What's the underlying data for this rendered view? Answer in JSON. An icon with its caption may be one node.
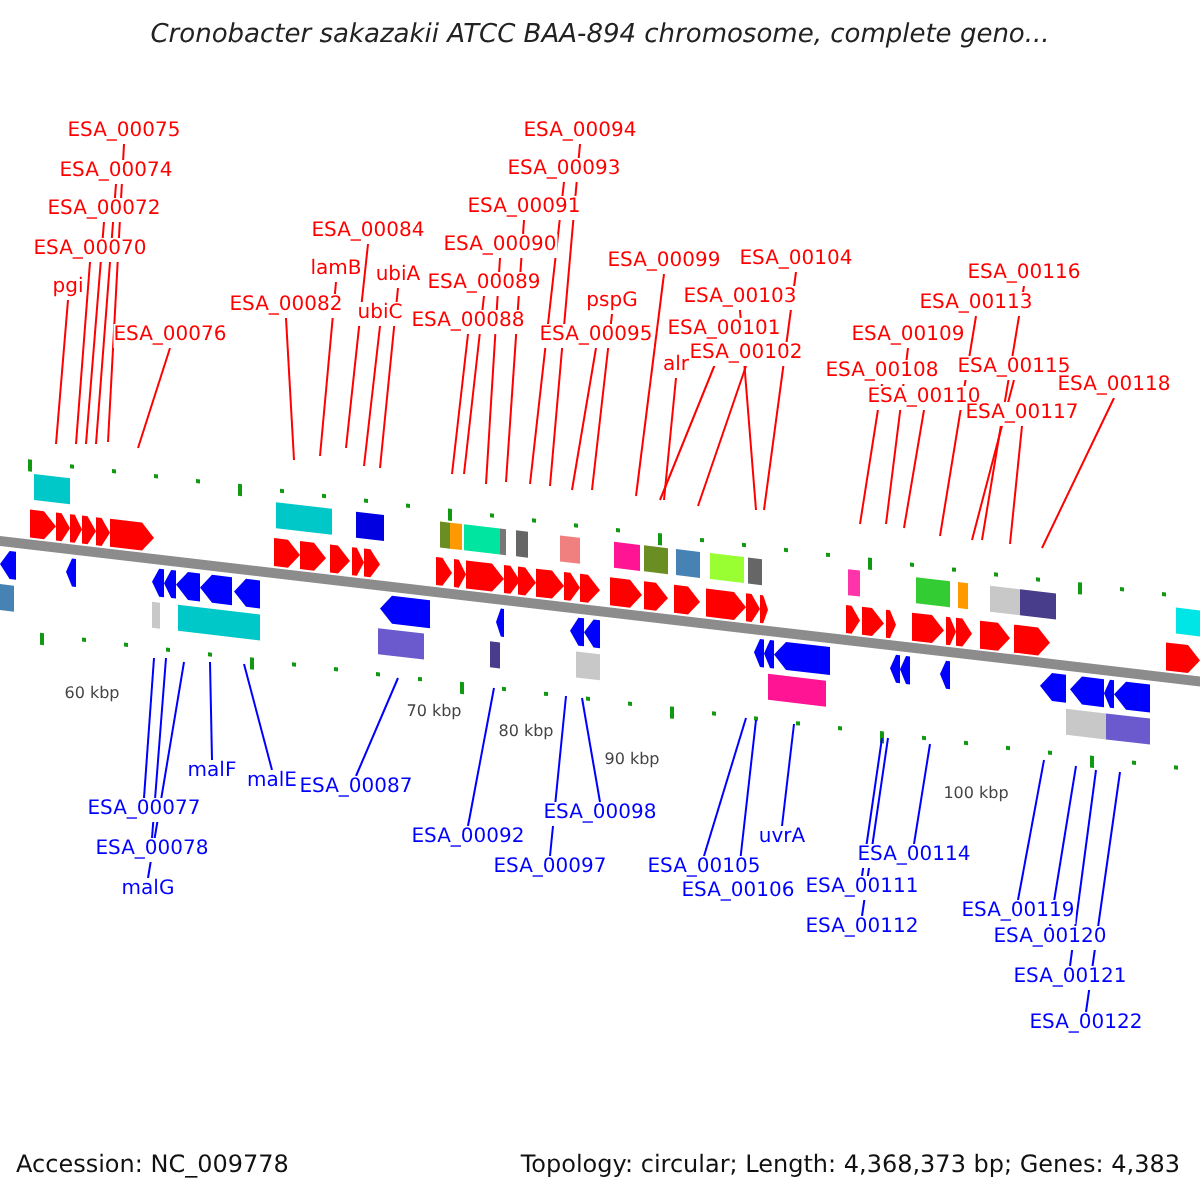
{
  "diagram": {
    "title": "Cronobacter sakazakii ATCC BAA-894 chromosome, complete geno...",
    "nodes": [
      {
        "text": [
          "ESA_00075"
        ]
      },
      {
        "text": [
          "ESA_00074"
        ]
      },
      {
        "text": [
          "ESA_00072"
        ]
      },
      {
        "text": [
          "ESA_00070"
        ]
      },
      {
        "text": [
          "pgi"
        ]
      },
      {
        "text": [
          "ESA_00076"
        ]
      },
      {
        "text": [
          "ESA_00082"
        ]
      },
      {
        "text": [
          "lamB"
        ]
      },
      {
        "text": [
          "ESA_00084"
        ]
      },
      {
        "text": [
          "ubiC"
        ]
      },
      {
        "text": [
          "ubiA"
        ]
      },
      {
        "text": [
          "ESA_00088"
        ]
      },
      {
        "text": [
          "ESA_00089"
        ]
      },
      {
        "text": [
          "ESA_00090"
        ]
      },
      {
        "text": [
          "ESA_00091"
        ]
      },
      {
        "text": [
          "ESA_00093"
        ]
      },
      {
        "text": [
          "ESA_00094"
        ]
      },
      {
        "text": [
          "ESA_00095"
        ]
      },
      {
        "text": [
          "pspG"
        ]
      },
      {
        "text": [
          "ESA_00099"
        ]
      },
      {
        "text": [
          "ESA_00101"
        ]
      },
      {
        "text": [
          "alr"
        ]
      },
      {
        "text": [
          "ESA_00102"
        ]
      },
      {
        "text": [
          "ESA_00103"
        ]
      },
      {
        "text": [
          "ESA_00104"
        ]
      },
      {
        "text": [
          "ESA_00108"
        ]
      },
      {
        "text": [
          "ESA_00109"
        ]
      },
      {
        "text": [
          "ESA_00110"
        ]
      },
      {
        "text": [
          "ESA_00113"
        ]
      },
      {
        "text": [
          "ESA_00115"
        ]
      },
      {
        "text": [
          "ESA_00116"
        ]
      },
      {
        "text": [
          "ESA_00117"
        ]
      },
      {
        "text": [
          "ESA_00118"
        ]
      },
      {
        "text": [
          "ESA_00077"
        ]
      },
      {
        "text": [
          "ESA_00078"
        ]
      },
      {
        "text": [
          "malG"
        ]
      },
      {
        "text": [
          "malF"
        ]
      },
      {
        "text": [
          "malE"
        ]
      },
      {
        "text": [
          "ESA_00087"
        ]
      },
      {
        "text": [
          "ESA_00092"
        ]
      },
      {
        "text": [
          "ESA_00097"
        ]
      },
      {
        "text": [
          "ESA_00098"
        ]
      },
      {
        "text": [
          "ESA_00105"
        ]
      },
      {
        "text": [
          "ESA_00106"
        ]
      },
      {
        "text": [
          "uvrA"
        ]
      },
      {
        "text": [
          "ESA_00111"
        ]
      },
      {
        "text": [
          "ESA_00112"
        ]
      },
      {
        "text": [
          "ESA_00114"
        ]
      },
      {
        "text": [
          "ESA_00119"
        ]
      },
      {
        "text": [
          "ESA_00120"
        ]
      },
      {
        "text": [
          "ESA_00121"
        ]
      },
      {
        "text": [
          "ESA_00122"
        ]
      }
    ],
    "edges": [
      {
        "from": 0,
        "to": null,
        "arrow": "none"
      },
      {
        "from": 1,
        "to": null,
        "arrow": "none"
      },
      {
        "from": 2,
        "to": null,
        "arrow": "none"
      },
      {
        "from": 3,
        "to": null,
        "arrow": "none"
      },
      {
        "from": 4,
        "to": null,
        "arrow": "none"
      },
      {
        "from": 5,
        "to": null,
        "arrow": "none"
      },
      {
        "from": 6,
        "to": null,
        "arrow": "none"
      },
      {
        "from": 7,
        "to": null,
        "arrow": "none"
      },
      {
        "from": 8,
        "to": null,
        "arrow": "none"
      },
      {
        "from": 9,
        "to": null,
        "arrow": "none"
      },
      {
        "from": 10,
        "to": null,
        "arrow": "none"
      },
      {
        "from": 11,
        "to": null,
        "arrow": "none"
      },
      {
        "from": 12,
        "to": null,
        "arrow": "none"
      },
      {
        "from": 13,
        "to": null,
        "arrow": "none"
      },
      {
        "from": 14,
        "to": null,
        "arrow": "none"
      },
      {
        "from": 15,
        "to": null,
        "arrow": "none"
      },
      {
        "from": 16,
        "to": null,
        "arrow": "none"
      },
      {
        "from": 17,
        "to": null,
        "arrow": "none"
      },
      {
        "from": 18,
        "to": null,
        "arrow": "none"
      },
      {
        "from": 19,
        "to": null,
        "arrow": "none"
      },
      {
        "from": 20,
        "to": null,
        "arrow": "none"
      },
      {
        "from": 21,
        "to": null,
        "arrow": "none"
      },
      {
        "from": 22,
        "to": null,
        "arrow": "none"
      },
      {
        "from": 23,
        "to": null,
        "arrow": "none"
      },
      {
        "from": 24,
        "to": null,
        "arrow": "none"
      },
      {
        "from": 25,
        "to": null,
        "arrow": "none"
      },
      {
        "from": 26,
        "to": null,
        "arrow": "none"
      },
      {
        "from": 27,
        "to": null,
        "arrow": "none"
      },
      {
        "from": 28,
        "to": null,
        "arrow": "none"
      },
      {
        "from": 29,
        "to": null,
        "arrow": "none"
      },
      {
        "from": 30,
        "to": null,
        "arrow": "none"
      },
      {
        "from": 31,
        "to": null,
        "arrow": "none"
      },
      {
        "from": 32,
        "to": null,
        "arrow": "none"
      },
      {
        "from": 33,
        "to": null,
        "arrow": "none",
        "color": "#0000ff"
      },
      {
        "from": 34,
        "to": null,
        "arrow": "none",
        "color": "#0000ff"
      },
      {
        "from": 35,
        "to": null,
        "arrow": "none",
        "color": "#0000ff"
      },
      {
        "from": 36,
        "to": null,
        "arrow": "none",
        "color": "#0000ff"
      },
      {
        "from": 37,
        "to": null,
        "arrow": "none",
        "color": "#0000ff"
      },
      {
        "from": 38,
        "to": null,
        "arrow": "none",
        "color": "#0000ff"
      },
      {
        "from": 39,
        "to": null,
        "arrow": "none",
        "color": "#0000ff"
      },
      {
        "from": 40,
        "to": null,
        "arrow": "none",
        "color": "#0000ff"
      },
      {
        "from": 41,
        "to": null,
        "arrow": "none",
        "color": "#0000ff"
      },
      {
        "from": 42,
        "to": null,
        "arrow": "none",
        "color": "#0000ff"
      },
      {
        "from": 43,
        "to": null,
        "arrow": "none",
        "color": "#0000ff"
      },
      {
        "from": 44,
        "to": null,
        "arrow": "none",
        "color": "#0000ff"
      },
      {
        "from": 45,
        "to": null,
        "arrow": "none",
        "color": "#0000ff"
      },
      {
        "from": 46,
        "to": null,
        "arrow": "none",
        "color": "#0000ff"
      },
      {
        "from": 47,
        "to": null,
        "arrow": "none",
        "color": "#0000ff"
      },
      {
        "from": 48,
        "to": null,
        "arrow": "none",
        "color": "#0000ff"
      },
      {
        "from": 49,
        "to": null,
        "arrow": "none",
        "color": "#0000ff"
      },
      {
        "from": 50,
        "to": null,
        "arrow": "none",
        "color": "#0000ff"
      },
      {
        "from": 51,
        "to": null,
        "arrow": "none",
        "color": "#0000ff"
      }
    ],
    "labels": [
      "60 kbp",
      "70 kbp",
      "80 kbp",
      "90 kbp",
      "100 kbp",
      "Accession: NC_009778",
      "Topology: circular; Length: 4,368,373 bp; Genes: 4,383"
    ]
  }
}
